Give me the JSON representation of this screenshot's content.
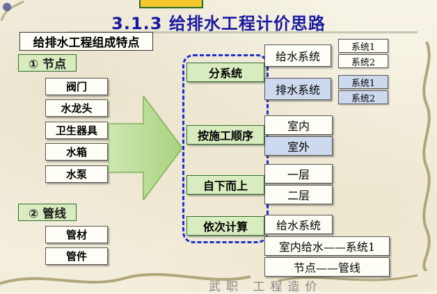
{
  "title": "3.1.3 给排水工程计价思路",
  "left": {
    "heading": "给排水工程组成特点",
    "section1": "① 节点",
    "nodes": [
      "阀门",
      "水龙头",
      "卫生器具",
      "水箱",
      "水泵"
    ],
    "section2": "② 管线",
    "pipes": [
      "管材",
      "管件"
    ]
  },
  "methods": [
    "分系统",
    "按施工顺序",
    "自下而上",
    "依次计算"
  ],
  "by_system": {
    "supply": {
      "label": "给水系统",
      "subs": [
        "系统1",
        "系统2"
      ]
    },
    "drain": {
      "label": "排水系统",
      "subs": [
        "系统1",
        "系统2"
      ]
    }
  },
  "by_order": [
    "室内",
    "室外"
  ],
  "bottom_up": [
    "一层",
    "二层"
  ],
  "sequential": [
    "给水系统",
    "室内给水——系统1",
    "节点——管线"
  ],
  "footer": "武职 工程造价",
  "colors": {
    "title": "#1a1aa0",
    "green_box": "#d9ecc0",
    "blue_box": "#cdd9ee",
    "dash": "#1f2ccf"
  }
}
